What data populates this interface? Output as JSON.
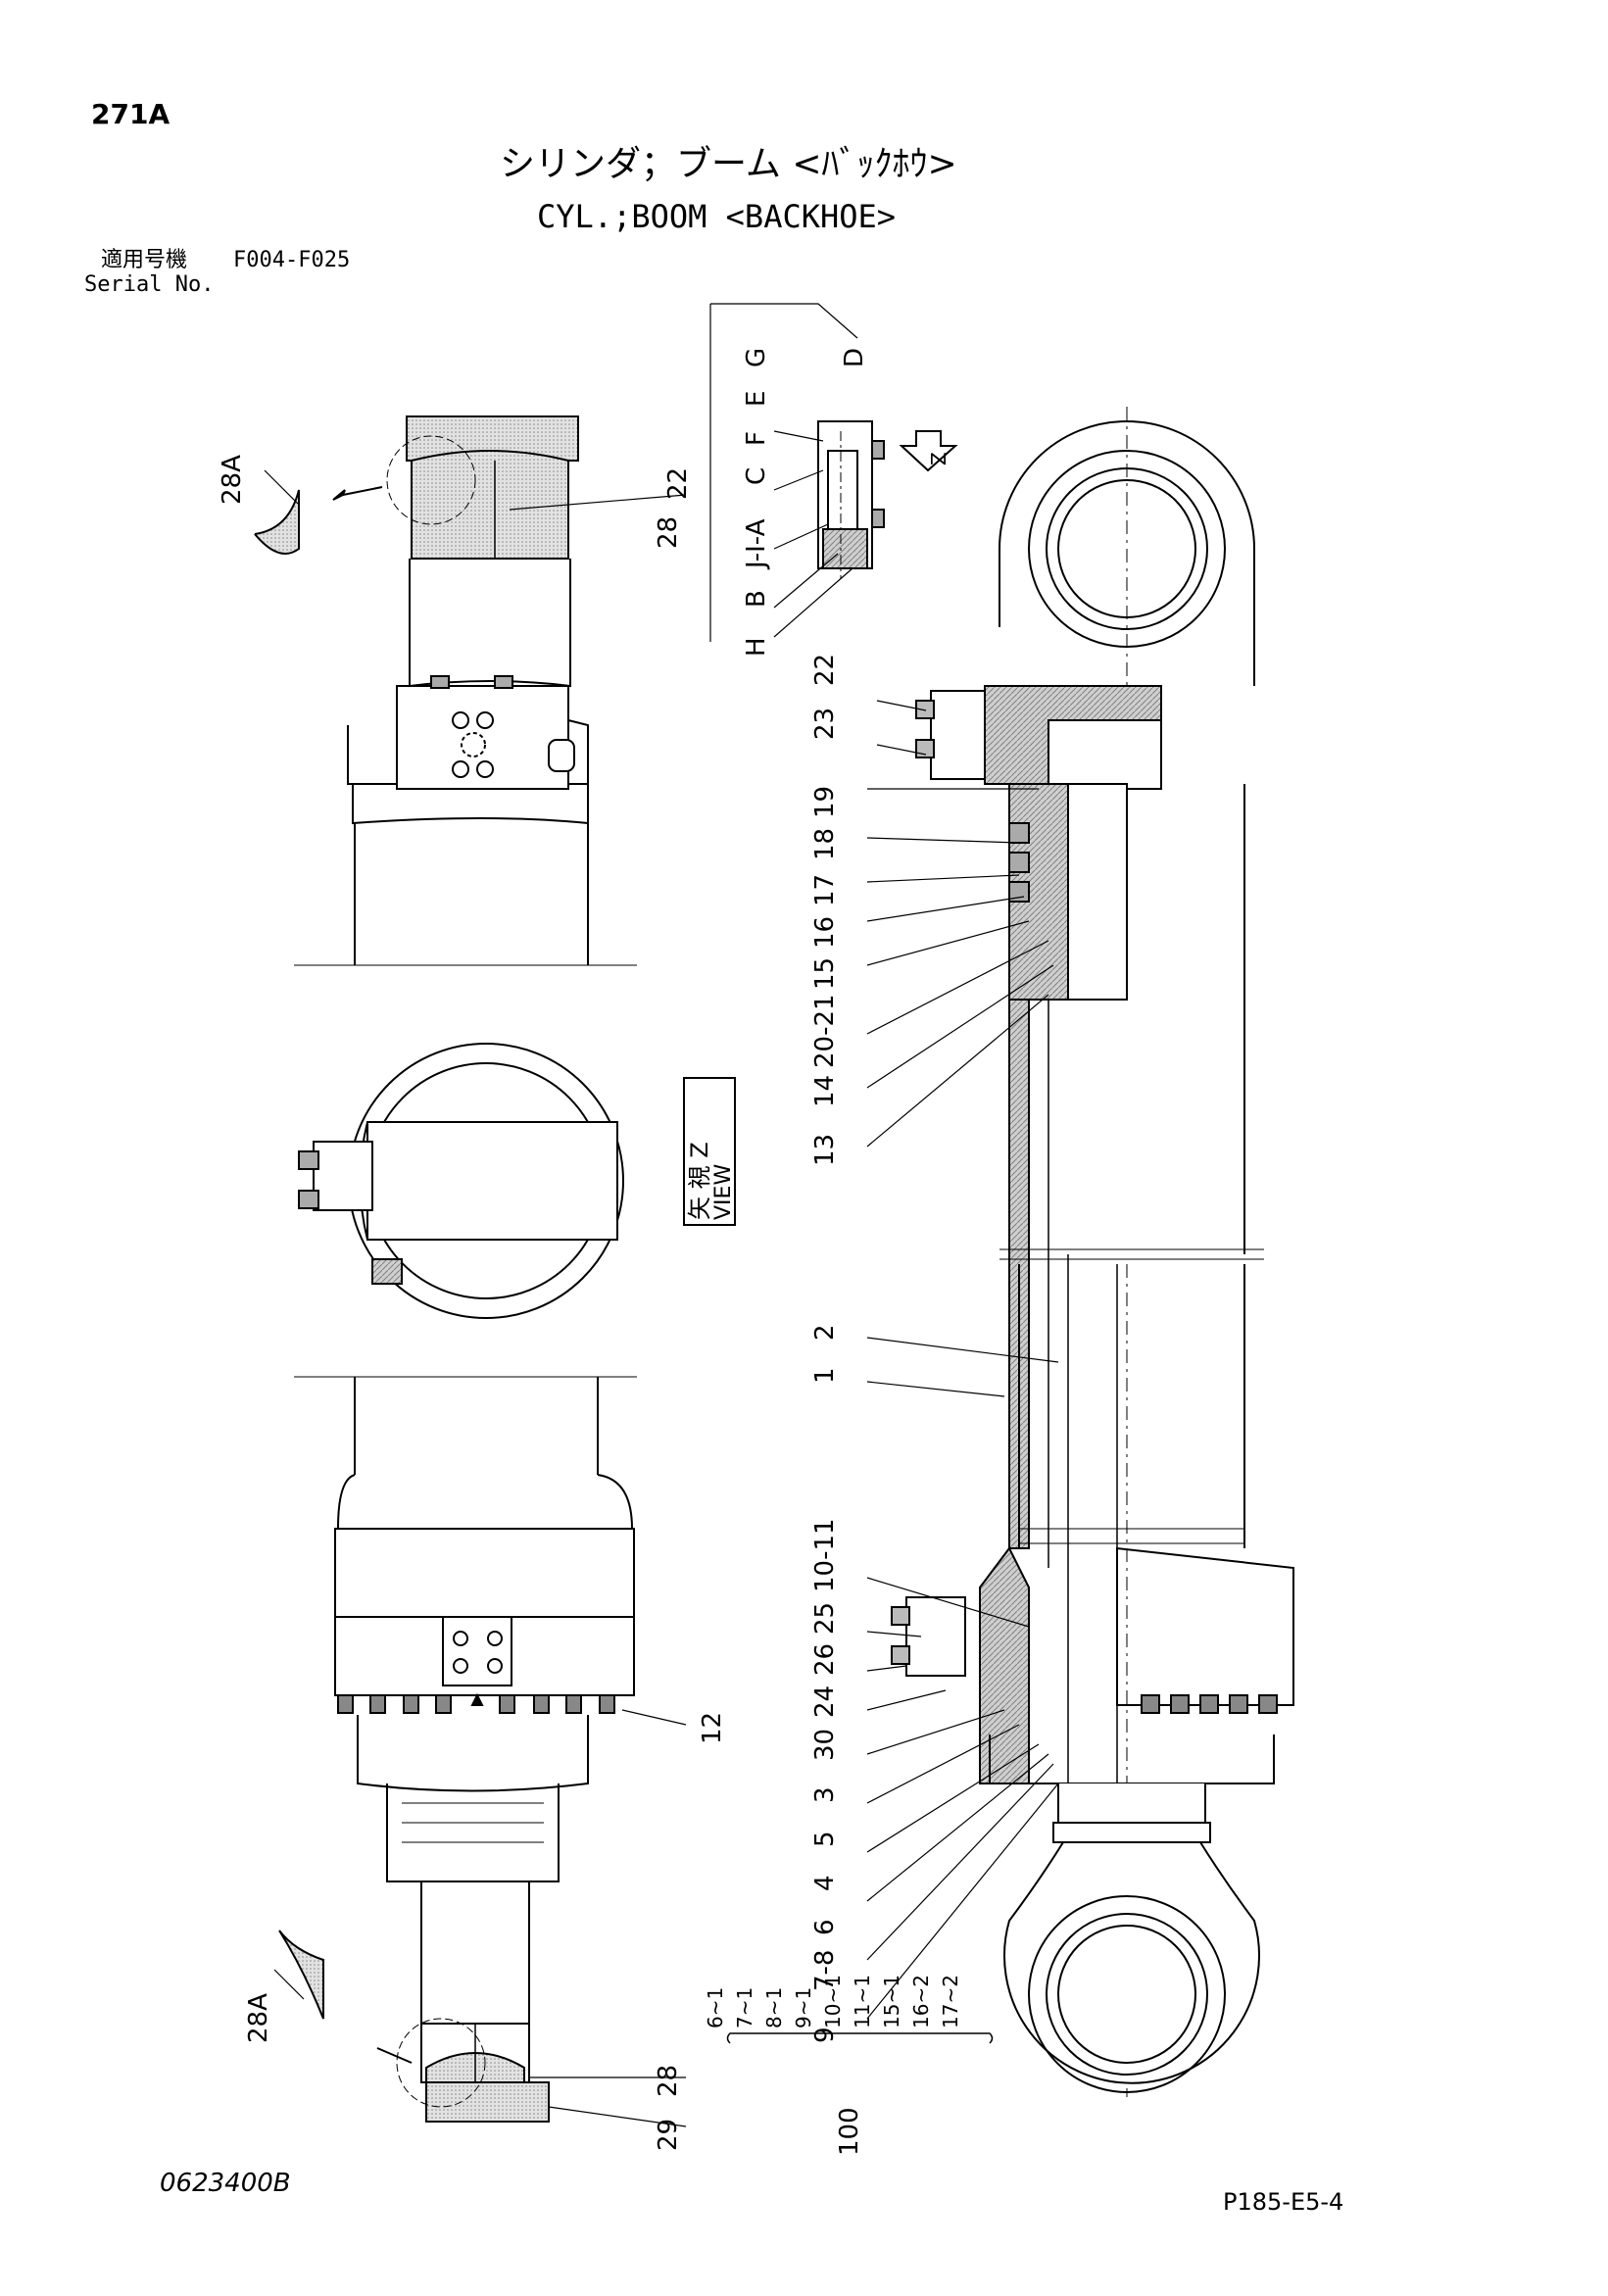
{
  "header": {
    "page_number": "271A",
    "title_jp": "シリンダ；ブーム <ﾊﾞｯｸﾎｳ>",
    "title_en": "CYL.;BOOM <BACKHOE>",
    "serial_label_jp": "適用号機",
    "serial_range": "F004-F025",
    "serial_label_en": "Serial No."
  },
  "footer": {
    "drawing_number": "0623400B",
    "page_code": "P185-E5-4"
  },
  "view_label": {
    "jp": "矢 視 Z",
    "en": "VIEW"
  },
  "callouts": {
    "main": [
      "22",
      "23",
      "19",
      "18",
      "17",
      "16",
      "15",
      "20-21",
      "14",
      "13",
      "2",
      "1",
      "10-11",
      "25",
      "26",
      "24",
      "30",
      "3",
      "5",
      "4",
      "6",
      "7-8",
      "9"
    ],
    "detail_22": [
      "G",
      "D",
      "E",
      "F",
      "C",
      "J-I-A",
      "B",
      "H"
    ],
    "detail_22_number": "22",
    "top_view": [
      "28",
      "28A"
    ],
    "bottom_view": [
      "28",
      "29",
      "28A",
      "12"
    ],
    "arrow_z": "Z"
  },
  "kit_100": {
    "number": "100",
    "items": [
      "6~1",
      "7~1",
      "8~1",
      "9~1",
      "10~1",
      "11~1",
      "15~1",
      "16~2",
      "17~2"
    ]
  }
}
